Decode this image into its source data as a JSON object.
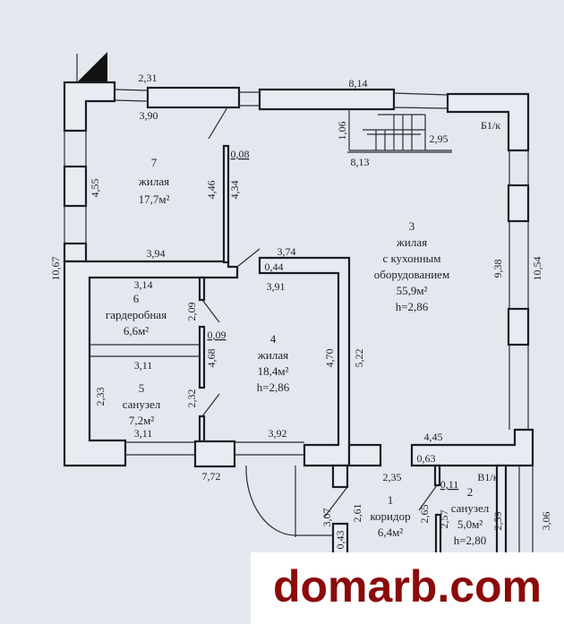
{
  "plan": {
    "rooms": [
      {
        "number": "7",
        "type": "жилая",
        "area": "17,7м²"
      },
      {
        "number": "3",
        "type": "жилая",
        "type2": "с кухонным",
        "type3": "оборудованием",
        "area": "55,9м²",
        "height": "h=2,86"
      },
      {
        "number": "6",
        "type": "гардеробная",
        "area": "6,6м²"
      },
      {
        "number": "4",
        "type": "жилая",
        "area": "18,4м²",
        "height": "h=2,86"
      },
      {
        "number": "5",
        "type": "санузел",
        "area": "7,2м²"
      },
      {
        "number": "1",
        "type": "коридор",
        "area": "6,4м²"
      },
      {
        "number": "2",
        "type": "санузел",
        "area": "5,0м²",
        "height": "h=2,80"
      }
    ],
    "dimensions": [
      "2,31",
      "8,14",
      "3,90",
      "1,06",
      "2,95",
      "8,13",
      "Б1/к",
      "0,08",
      "4,55",
      "4,46",
      "4,34",
      "10,67",
      "3,94",
      "3,74",
      "0,44",
      "3,91",
      "9,38",
      "10,54",
      "3,14",
      "2,09",
      "0,09",
      "4,68",
      "4,70",
      "5,22",
      "3,11",
      "2,33",
      "2,32",
      "3,11",
      "3,92",
      "4,45",
      "0,63",
      "7,72",
      "2,35",
      "0,11",
      "В1/к",
      "3,07",
      "2,61",
      "0,43",
      "2,65",
      "2,57",
      "2,59",
      "3,06"
    ]
  },
  "watermark": {
    "text": "domarb.com"
  }
}
